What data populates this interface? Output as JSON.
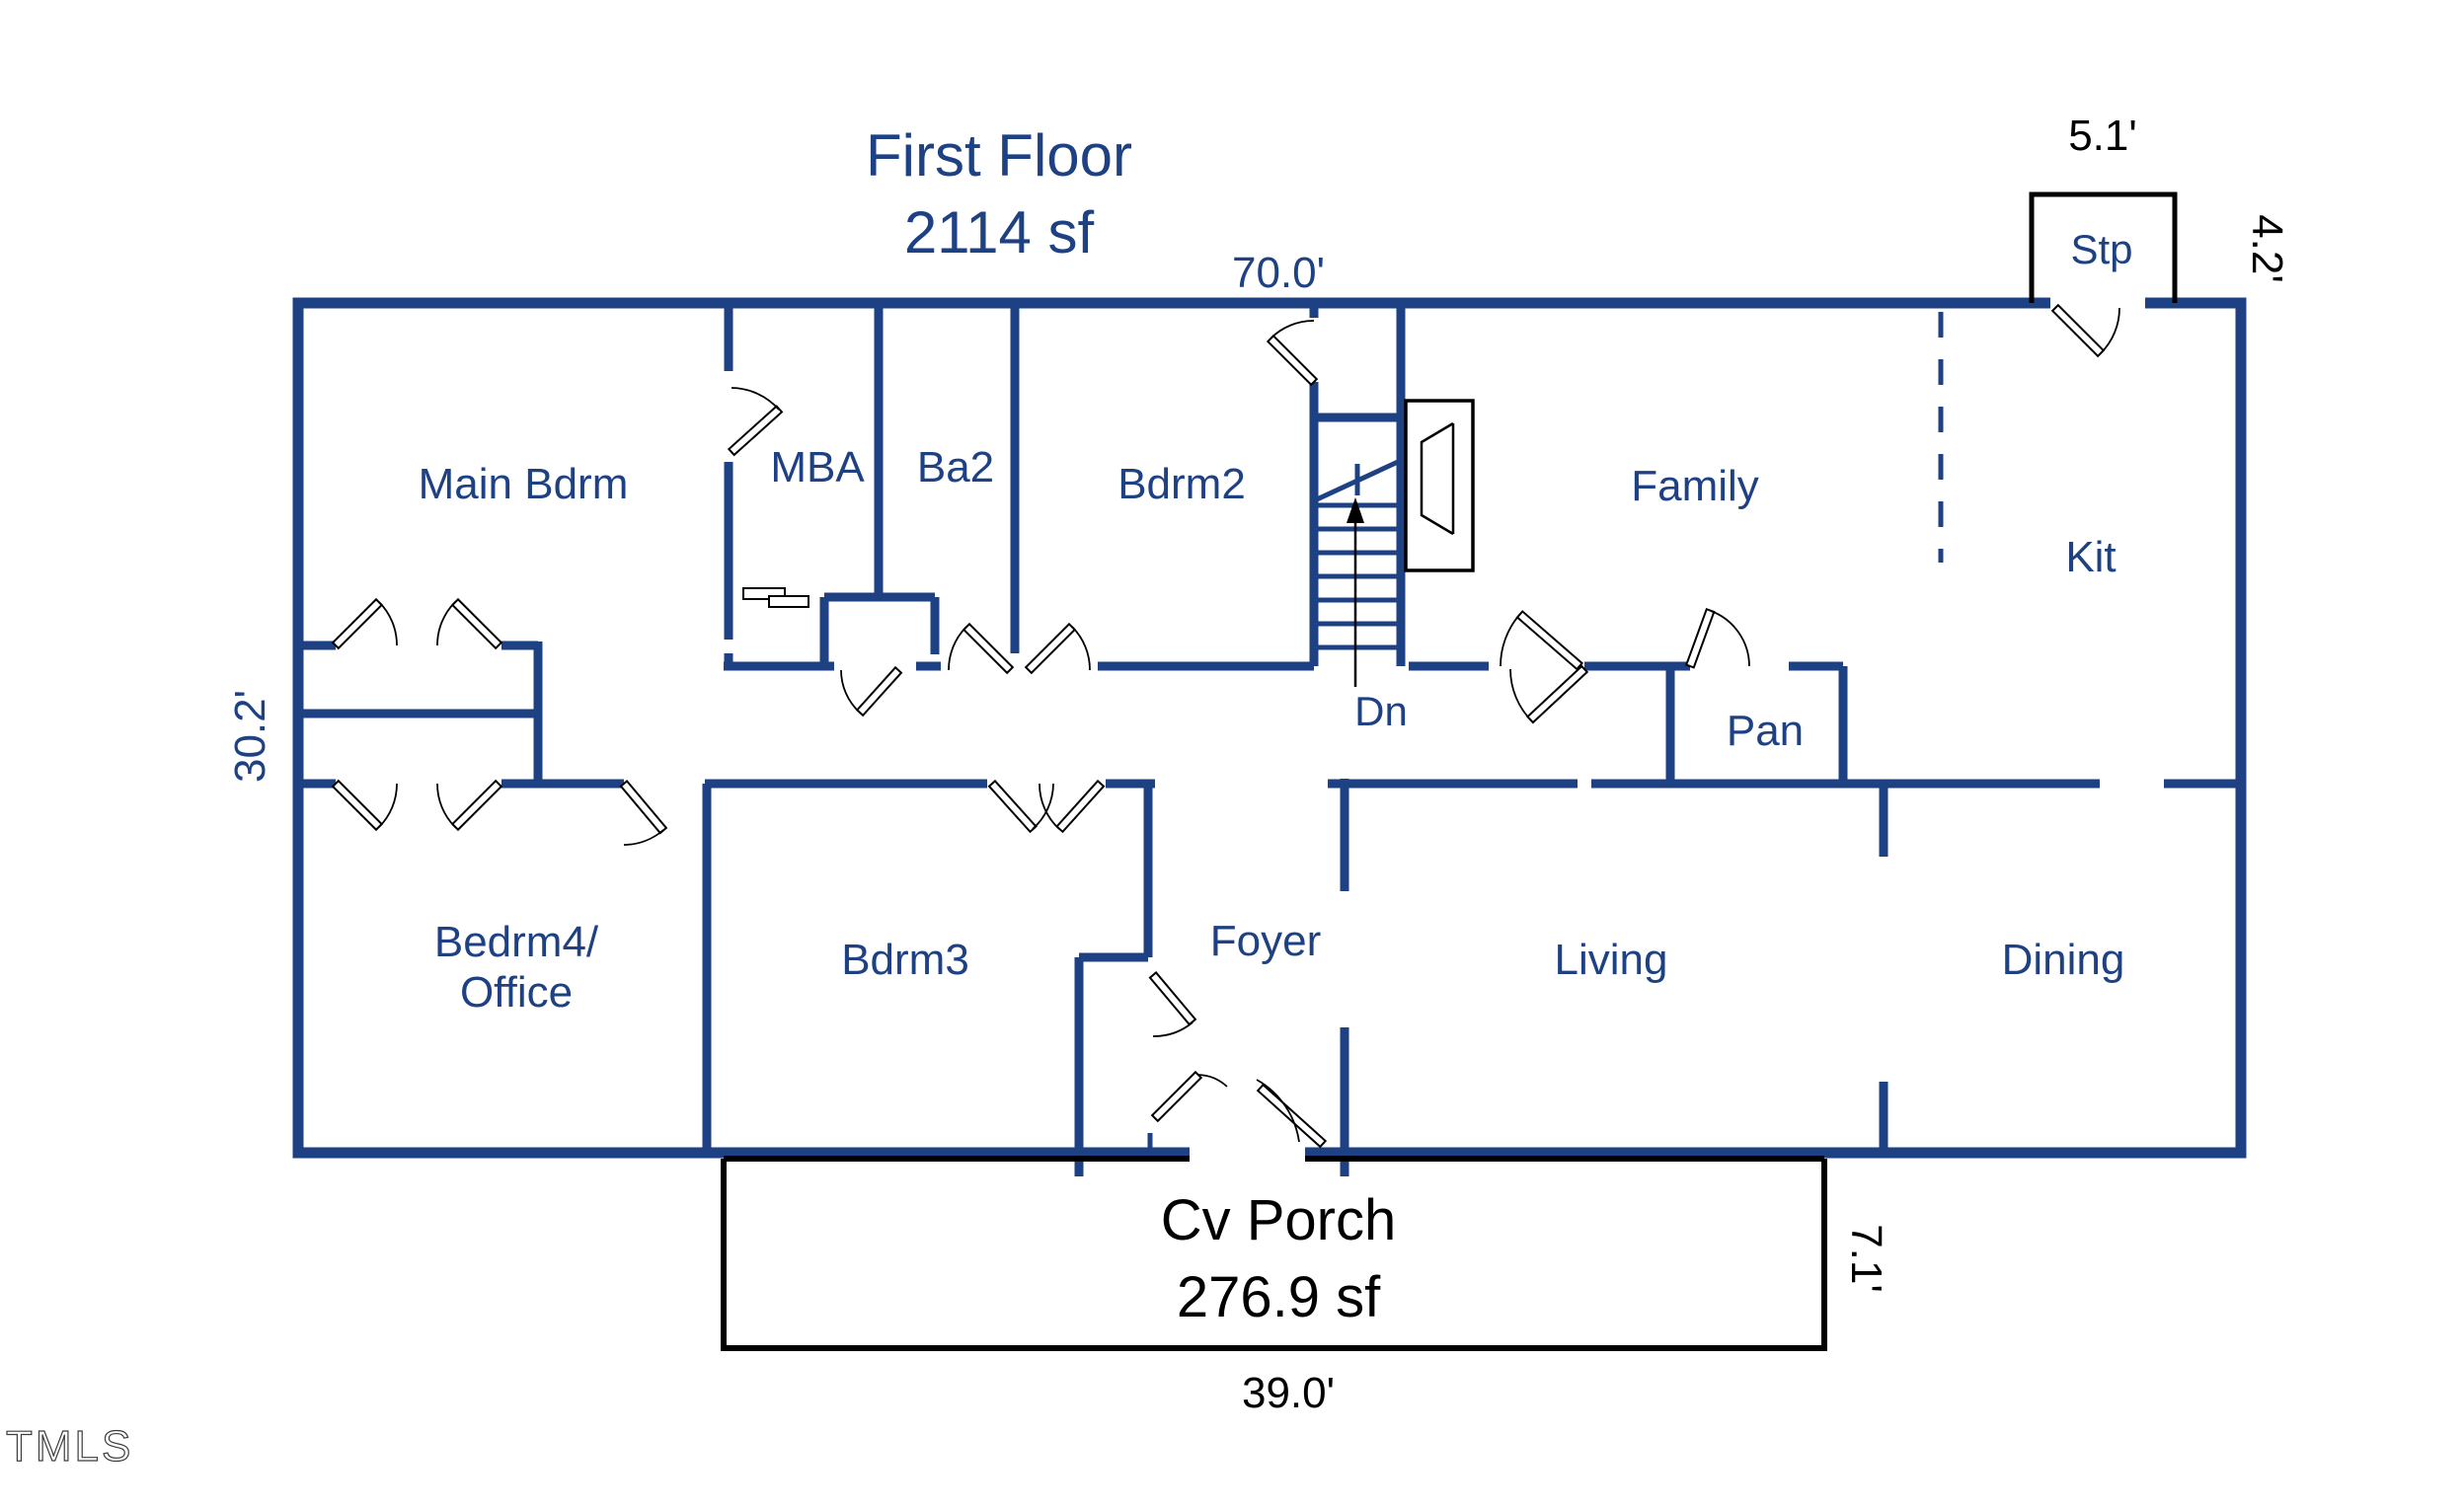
{
  "palette": {
    "wall_blue": "#1d4183",
    "label_blue": "#1d4183",
    "dimension_black": "#000000",
    "background": "#ffffff",
    "watermark_gray": "#3c3c3c"
  },
  "header": {
    "title_line1": "First Floor",
    "title_line2": "2114 sf"
  },
  "dimensions": {
    "overall_width": "70.0'",
    "overall_depth": "30.2'",
    "stoop_width": "5.1'",
    "stoop_depth": "4.2'",
    "porch_width": "39.0'",
    "porch_depth": "7.1'"
  },
  "rooms": {
    "main_bdrm": "Main Bdrm",
    "mba": "MBA",
    "ba2": "Ba2",
    "bdrm2": "Bdrm2",
    "family": "Family",
    "kit": "Kit",
    "stoop": "Stp",
    "pan": "Pan",
    "bedrm4_line1": "Bedrm4/",
    "bedrm4_line2": "Office",
    "bdrm3": "Bdrm3",
    "foyer": "Foyer",
    "living": "Living",
    "dining": "Dining"
  },
  "stairs": {
    "direction_label": "Dn"
  },
  "porch": {
    "label": "Cv Porch",
    "area": "276.9 sf"
  },
  "watermark": {
    "label": "TMLS"
  }
}
